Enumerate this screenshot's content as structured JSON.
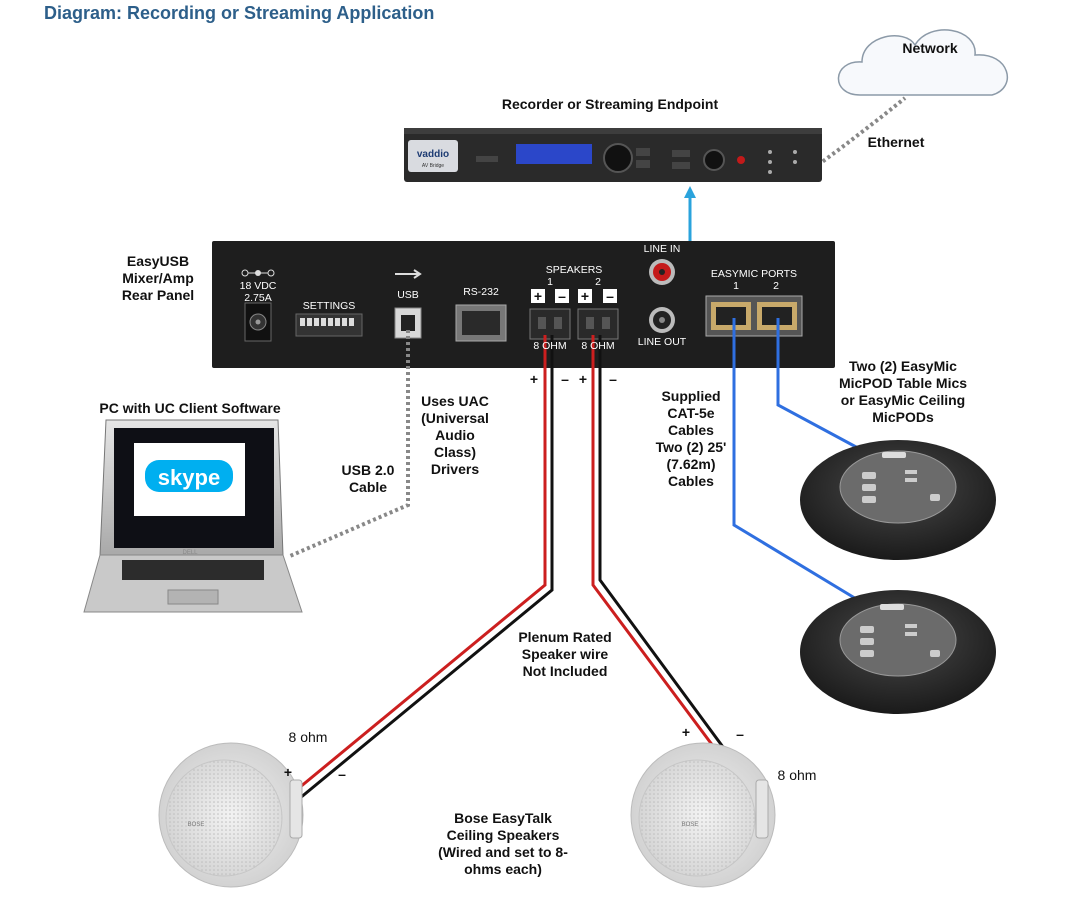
{
  "title": "Diagram:  Recording or Streaming Application",
  "labels": {
    "network": "Network",
    "recorder": "Recorder or Streaming Endpoint",
    "ethernet": "Ethernet",
    "easyusb_line1": "EasyUSB",
    "easyusb_line2": "Mixer/Amp",
    "easyusb_line3": "Rear Panel",
    "pc": "PC with UC Client Software",
    "uac_line1": "Uses UAC",
    "uac_line2": "(Universal",
    "uac_line3": "Audio",
    "uac_line4": "Class)",
    "uac_line5": "Drivers",
    "usb_cable_line1": "USB 2.0",
    "usb_cable_line2": "Cable",
    "cat5_line1": "Supplied",
    "cat5_line2": "CAT-5e",
    "cat5_line3": "Cables",
    "cat5_line4": "Two (2) 25'",
    "cat5_line5": "(7.62m)",
    "cat5_line6": "Cables",
    "mics_line1": "Two (2) EasyMic",
    "mics_line2": "MicPOD Table Mics",
    "mics_line3": "or EasyMic Ceiling",
    "mics_line4": "MicPODs",
    "plenum_line1": "Plenum Rated",
    "plenum_line2": "Speaker wire",
    "plenum_line3": "Not Included",
    "bose_line1": "Bose EasyTalk",
    "bose_line2": "Ceiling Speakers",
    "bose_line3": "(Wired and set to 8-",
    "bose_line4": "ohms each)",
    "ohm_left": "8 ohm",
    "ohm_right": "8 ohm",
    "plus": "+",
    "minus": "–"
  },
  "panel": {
    "dc_line1": "18 VDC",
    "dc_line2": "2.75A",
    "settings": "SETTINGS",
    "usb": "USB",
    "rs232": "RS-232",
    "speakers": "SPEAKERS",
    "spk1": "1",
    "spk2": "2",
    "spk1_ohm": "8 OHM",
    "spk2_ohm": "8 OHM",
    "line_in": "LINE IN",
    "line_out": "LINE OUT",
    "easymic_ports": "EASYMIC PORTS",
    "port1": "1",
    "port2": "2"
  },
  "device": {
    "brand": "vaddio",
    "model": "AV Bridge"
  },
  "laptop": {
    "screen_text": "skype",
    "brand": "DELL"
  },
  "speaker_brand": "BOSE",
  "colors": {
    "title": "#2d5f8a",
    "usb_ethernet_dotted": "#888888",
    "cat5": "#2f6fe0",
    "line_out": "#2aa3dc",
    "wire_red": "#cc1f1f",
    "wire_black": "#111111",
    "panel": "#1e1e1e"
  }
}
